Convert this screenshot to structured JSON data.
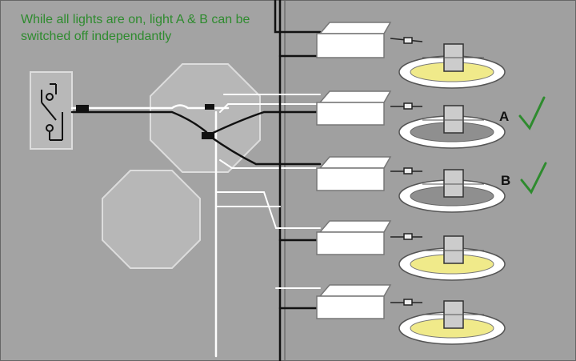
{
  "caption": {
    "line1": "While all lights are on, light A & B can be",
    "line2": "switched off independantly"
  },
  "lights": [
    {
      "label": "",
      "on": true
    },
    {
      "label": "A",
      "on": false,
      "check": "check-mark-icon"
    },
    {
      "label": "B",
      "on": false,
      "check": "check-mark-icon"
    },
    {
      "label": "",
      "on": true
    },
    {
      "label": "",
      "on": true
    }
  ],
  "colors": {
    "background": "#a3a3a3",
    "panel": "#b8b8b8",
    "light_on": "#f0ea8a",
    "light_off": "#8f8f8f",
    "check": "#2e8b2e",
    "wire": "#111111"
  }
}
